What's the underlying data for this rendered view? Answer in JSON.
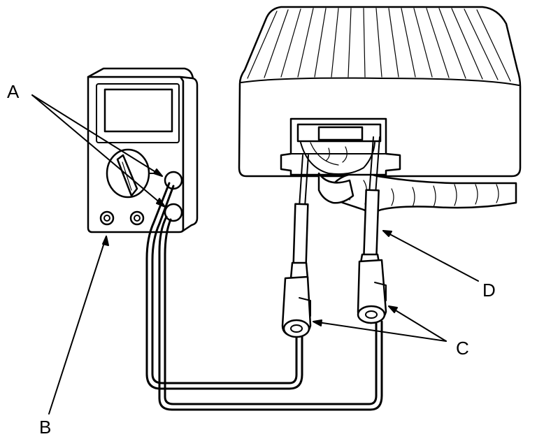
{
  "labels": {
    "a": "A",
    "b": "B",
    "c": "C",
    "d": "D"
  },
  "colors": {
    "line": "#000000",
    "background": "#ffffff"
  },
  "icons": [
    "multimeter-icon",
    "control-unit-icon",
    "test-probe-icon",
    "connector-icon"
  ]
}
